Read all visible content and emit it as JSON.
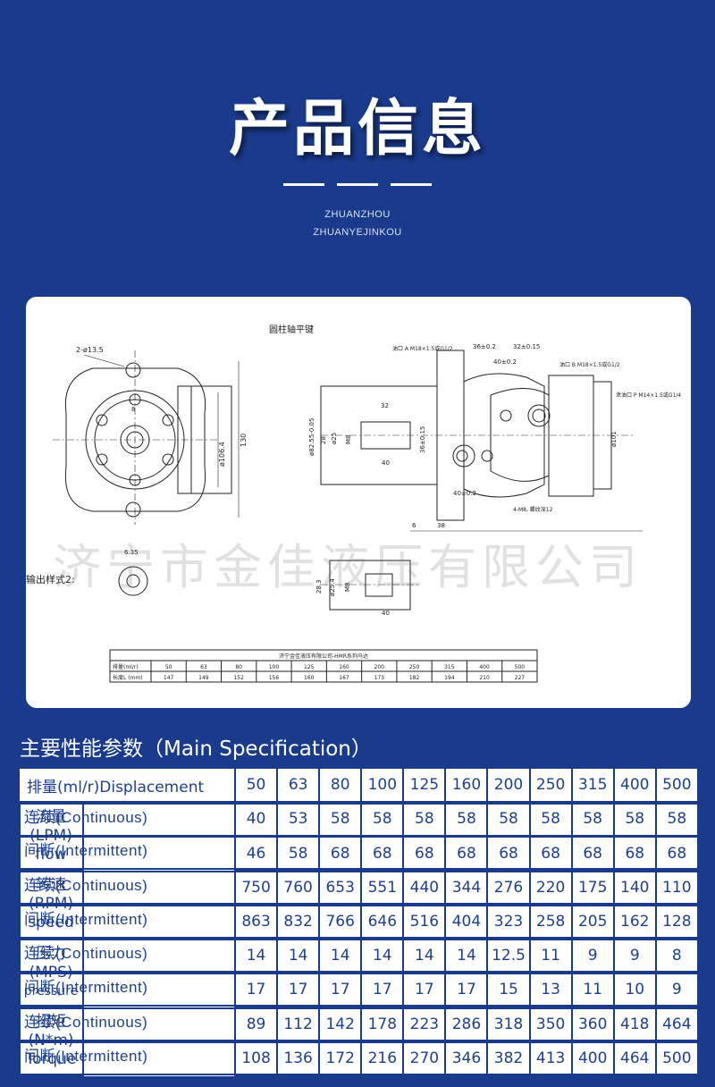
{
  "header": {
    "title": "产品信息",
    "subtitle_line1": "ZHUANZHOU",
    "subtitle_line2": "ZHUANYEJINKOU"
  },
  "drawing": {
    "caption_top": "圆柱轴平键",
    "output_style_label": "输出样式2:",
    "watermark": "济宁市金佳液压有限公司",
    "dims": {
      "holes": "2-ø13.5",
      "key_width_front": "8",
      "d1064": "ø106.4",
      "h130": "130",
      "port_a": "油口 A M18×1.5或G1/2",
      "d36": "36±0.2",
      "d32": "32±0.15",
      "d40": "40±0.2",
      "port_b": "油口 B M18×1.5或G1/2",
      "port_p": "泄油口 P M14×1.5或G1/4",
      "len32": "32",
      "d8255": "ø82.55-0.05",
      "d28": "28",
      "d25": "ø25",
      "m8": "M8",
      "len40": "40",
      "d36v": "36±0.15",
      "d101": "ø101",
      "d402": "40±0.2",
      "bolts": "4-M8, 螺纹深12",
      "d6": "6",
      "d38": "38",
      "key635": "6.35",
      "d283": "28.3",
      "d254": "ø25.4",
      "m8b": "M8",
      "len40b": "40"
    },
    "table": {
      "title": "济宁金佳液压有限公司-HMR系列马达",
      "rows": [
        {
          "label": "排量(ml/r)",
          "values": [
            "50",
            "63",
            "80",
            "100",
            "125",
            "160",
            "200",
            "250",
            "315",
            "400",
            "500"
          ]
        },
        {
          "label": "长度L (mm)",
          "values": [
            "147",
            "149",
            "152",
            "156",
            "160",
            "167",
            "173",
            "182",
            "194",
            "210",
            "227"
          ]
        }
      ]
    }
  },
  "spec": {
    "heading": "主要性能参数（Main Specification）",
    "displacement": {
      "label": "排量(ml/r)Displacement",
      "values": [
        "50",
        "63",
        "80",
        "100",
        "125",
        "160",
        "200",
        "250",
        "315",
        "400",
        "500"
      ]
    },
    "groups": [
      {
        "name_l1": "流量",
        "name_l2": "(LPM)",
        "name_l3": "flow",
        "small": false,
        "continuous": {
          "label": "连续(Continuous)",
          "values": [
            "40",
            "53",
            "58",
            "58",
            "58",
            "58",
            "58",
            "58",
            "58",
            "58",
            "58"
          ]
        },
        "intermittent": {
          "label": "间断(Intermittent)",
          "values": [
            "46",
            "58",
            "68",
            "68",
            "68",
            "68",
            "68",
            "68",
            "68",
            "68",
            "68"
          ]
        }
      },
      {
        "name_l1": "转速",
        "name_l2": "(RPM)",
        "name_l3": "speed",
        "small": false,
        "continuous": {
          "label": "连续(Continuous)",
          "values": [
            "750",
            "760",
            "653",
            "551",
            "440",
            "344",
            "276",
            "220",
            "175",
            "140",
            "110"
          ]
        },
        "intermittent": {
          "label": "间断(Intermittent)",
          "values": [
            "863",
            "832",
            "766",
            "646",
            "516",
            "404",
            "323",
            "258",
            "205",
            "162",
            "128"
          ]
        }
      },
      {
        "name_l1": "压力",
        "name_l2": "(MPS)",
        "name_l3": "pressure",
        "small": true,
        "continuous": {
          "label": "连续(Continuous)",
          "values": [
            "14",
            "14",
            "14",
            "14",
            "14",
            "14",
            "12.5",
            "11",
            "9",
            "9",
            "8"
          ]
        },
        "intermittent": {
          "label": "间断(Intermittent)",
          "values": [
            "17",
            "17",
            "17",
            "17",
            "17",
            "17",
            "15",
            "13",
            "11",
            "10",
            "9"
          ]
        }
      },
      {
        "name_l1": "扭矩",
        "name_l2": "(N*m)",
        "name_l3": "Torque",
        "small": false,
        "continuous": {
          "label": "连续(Continuous)",
          "values": [
            "89",
            "112",
            "142",
            "178",
            "223",
            "286",
            "318",
            "350",
            "360",
            "418",
            "464"
          ]
        },
        "intermittent": {
          "label": "间断(Intermittent)",
          "values": [
            "108",
            "136",
            "172",
            "216",
            "270",
            "346",
            "382",
            "413",
            "400",
            "464",
            "500"
          ]
        }
      }
    ]
  },
  "colors": {
    "background": "#1a3a8c",
    "table_text": "#1e3f8e",
    "card": "#ffffff"
  }
}
